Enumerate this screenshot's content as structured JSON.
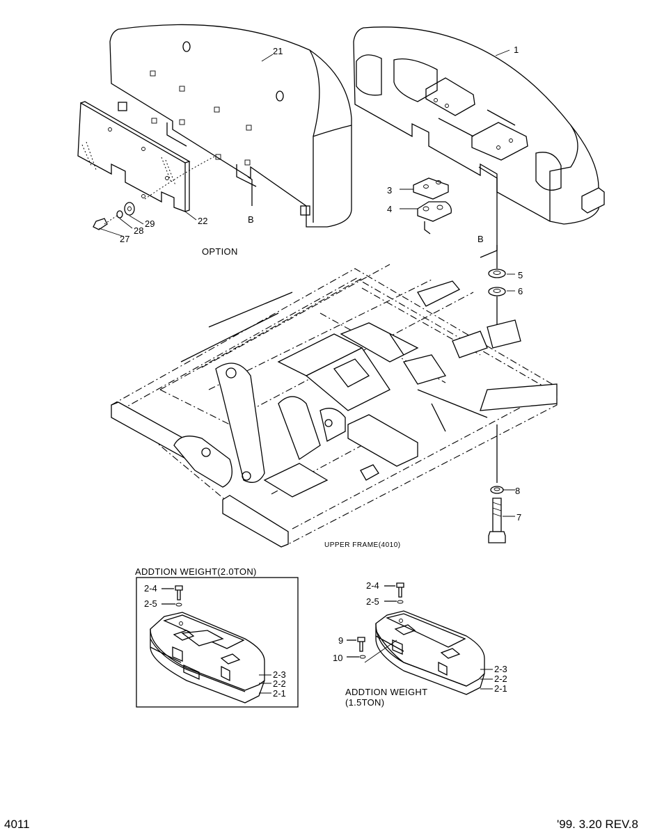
{
  "labels": {
    "p21": "21",
    "p1": "1",
    "p3": "3",
    "p4": "4",
    "p5": "5",
    "p6": "6",
    "p7": "7",
    "p8": "8",
    "p9": "9",
    "p10": "10",
    "p22": "22",
    "p27": "27",
    "p28": "28",
    "p29": "29",
    "b_left": "B",
    "b_right": "B",
    "p2_4a": "2-4",
    "p2_5a": "2-5",
    "p2_3a": "2-3",
    "p2_2a": "2-2",
    "p2_1a": "2-1",
    "p2_4b": "2-4",
    "p2_5b": "2-5",
    "p2_3b": "2-3",
    "p2_2b": "2-2",
    "p2_1b": "2-1"
  },
  "captions": {
    "option": "OPTION",
    "upper_frame": "UPPER FRAME(4010)",
    "weight_2ton": "ADDTION WEIGHT(2.0TON)",
    "weight_15_line1": "ADDTION WEIGHT",
    "weight_15_line2": "(1.5TON)"
  },
  "footer": {
    "page": "4011",
    "revision": "'99. 3.20 REV.8"
  }
}
